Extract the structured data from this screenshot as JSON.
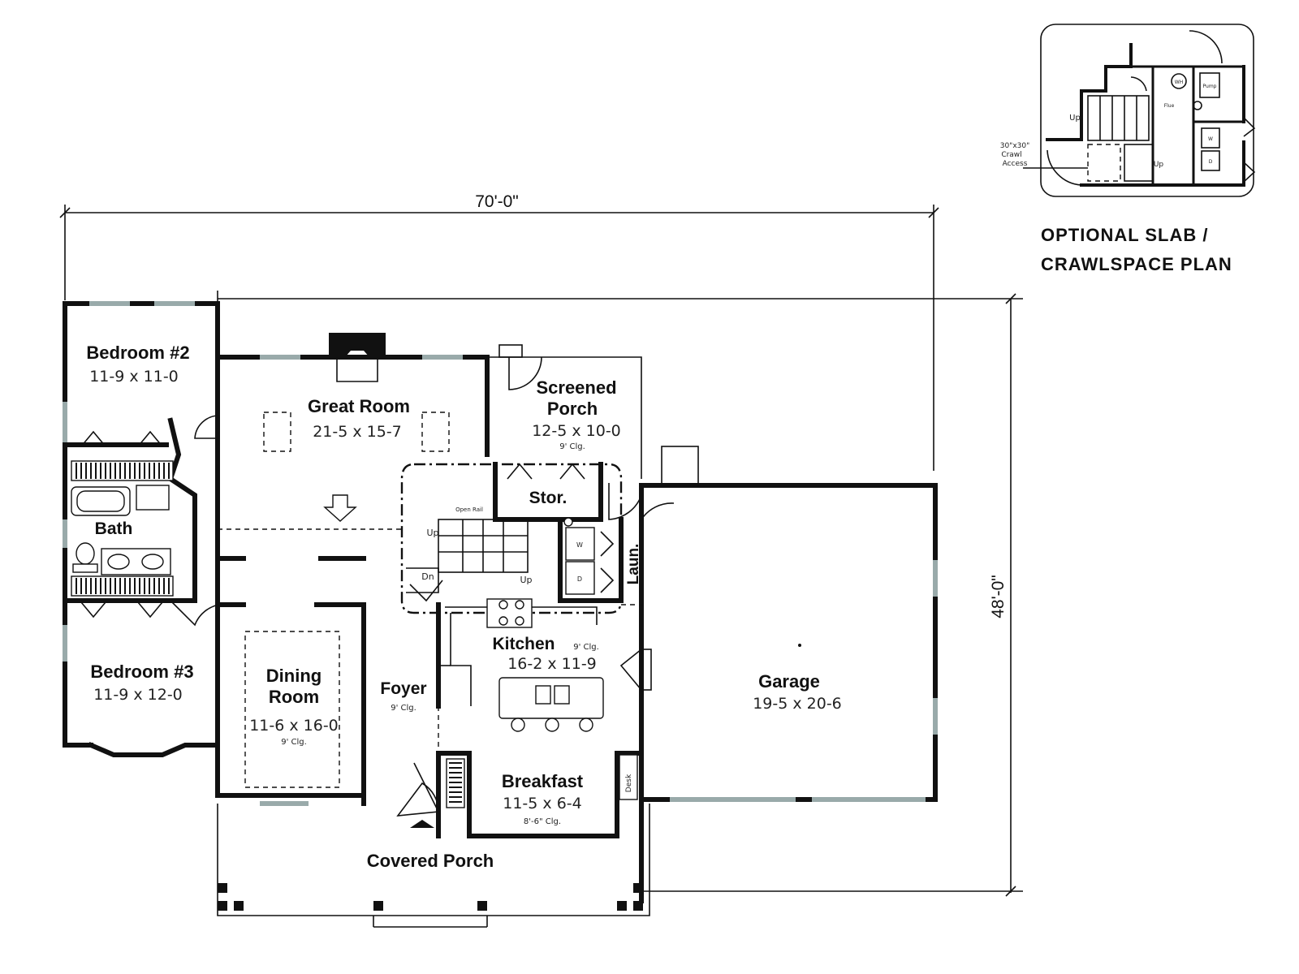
{
  "plan": {
    "overall_width": "70'-0\"",
    "overall_depth": "48'-0\"",
    "rooms": [
      {
        "name": "Bedroom #2",
        "size": "11-9 x 11-0",
        "note": ""
      },
      {
        "name": "Great Room",
        "size": "21-5 x 15-7",
        "note": ""
      },
      {
        "name": "Screened\nPorch",
        "size": "12-5 x 10-0",
        "note": "9' Clg."
      },
      {
        "name": "Stor.",
        "size": "",
        "note": ""
      },
      {
        "name": "Bath",
        "size": "",
        "note": ""
      },
      {
        "name": "Laun.",
        "size": "",
        "note": ""
      },
      {
        "name": "Kitchen",
        "size": "16-2 x 11-9",
        "note": "9' Clg."
      },
      {
        "name": "Bedroom #3",
        "size": "11-9 x 12-0",
        "note": ""
      },
      {
        "name": "Dining\nRoom",
        "size": "11-6 x 16-0",
        "note": "9' Clg."
      },
      {
        "name": "Foyer",
        "size": "",
        "note": "9' Clg."
      },
      {
        "name": "Garage",
        "size": "19-5 x 20-6",
        "note": ""
      },
      {
        "name": "Breakfast",
        "size": "11-5 x 6-4",
        "note": "8'-6\" Clg."
      },
      {
        "name": "Covered Porch",
        "size": "",
        "note": ""
      }
    ],
    "small_labels": {
      "up_main": "Up",
      "up_lower": "Up",
      "down": "Dn",
      "open_rail": "Open Rail",
      "desk": "Desk",
      "washer": "W",
      "dryer": "D"
    }
  },
  "inset": {
    "title_line1": "OPTIONAL SLAB /",
    "title_line2": "CRAWLSPACE PLAN",
    "crawl_note": "30\"x30\"\nCrawl\nAccess",
    "up_1": "Up",
    "up_2": "Up",
    "wh": "WH",
    "pump": "Pump",
    "flue": "Flue",
    "washer": "W",
    "dryer": "D"
  }
}
